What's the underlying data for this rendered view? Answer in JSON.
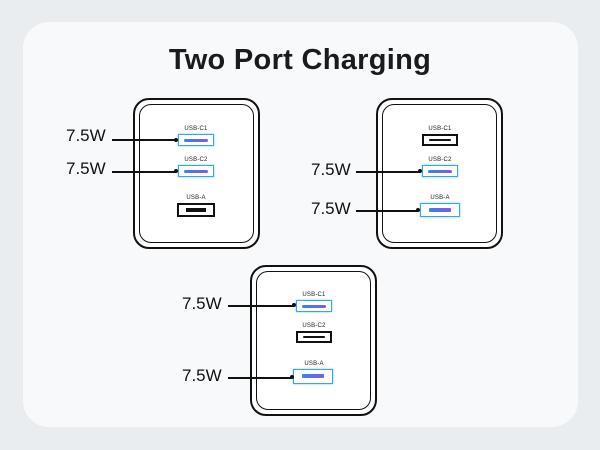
{
  "title": "Two Port Charging",
  "colors": {
    "active": "#3aa6e8",
    "background": "#e9edf0",
    "card": "#f7f9fb"
  },
  "chargers": [
    {
      "name": "config-1",
      "ports": [
        {
          "label": "USB-C1",
          "type": "usb-c",
          "active": true,
          "watt": "7.5W"
        },
        {
          "label": "USB-C2",
          "type": "usb-c",
          "active": true,
          "watt": "7.5W"
        },
        {
          "label": "USB-A",
          "type": "usb-a",
          "active": false
        }
      ]
    },
    {
      "name": "config-2",
      "ports": [
        {
          "label": "USB-C1",
          "type": "usb-c",
          "active": false
        },
        {
          "label": "USB-C2",
          "type": "usb-c",
          "active": true,
          "watt": "7.5W"
        },
        {
          "label": "USB-A",
          "type": "usb-a",
          "active": true,
          "watt": "7.5W"
        }
      ]
    },
    {
      "name": "config-3",
      "ports": [
        {
          "label": "USB-C1",
          "type": "usb-c",
          "active": true,
          "watt": "7.5W"
        },
        {
          "label": "USB-C2",
          "type": "usb-c",
          "active": false
        },
        {
          "label": "USB-A",
          "type": "usb-a",
          "active": true,
          "watt": "7.5W"
        }
      ]
    }
  ]
}
